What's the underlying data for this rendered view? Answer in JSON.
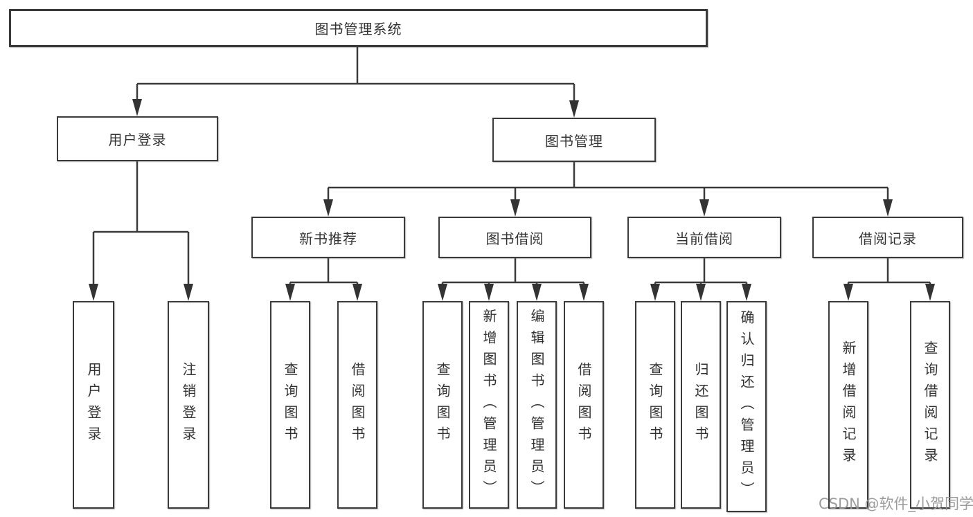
{
  "diagram": {
    "root": {
      "label": "图书管理系统"
    },
    "level2": [
      {
        "label": "用户登录",
        "leaves": [
          "用户登录",
          "注销登录"
        ]
      },
      {
        "label": "图书管理",
        "children": [
          {
            "label": "新书推荐",
            "leaves": [
              "查询图书",
              "借阅图书"
            ]
          },
          {
            "label": "图书借阅",
            "leaves": [
              "查询图书",
              "新增图书（管理员）",
              "编辑图书（管理员）",
              "借阅图书"
            ]
          },
          {
            "label": "当前借阅",
            "leaves": [
              "查询图书",
              "归还图书",
              "确认归还（管理员）"
            ]
          },
          {
            "label": "借阅记录",
            "leaves": [
              "新增借阅记录",
              "查询借阅记录"
            ]
          }
        ]
      }
    ]
  },
  "watermark": {
    "text": "CSDN @软件_小贺同学"
  },
  "colors": {
    "line": "#3a3a3a",
    "box_border": "#3a3a3a",
    "text": "#333333",
    "background": "#ffffff",
    "watermark": "#949494"
  }
}
